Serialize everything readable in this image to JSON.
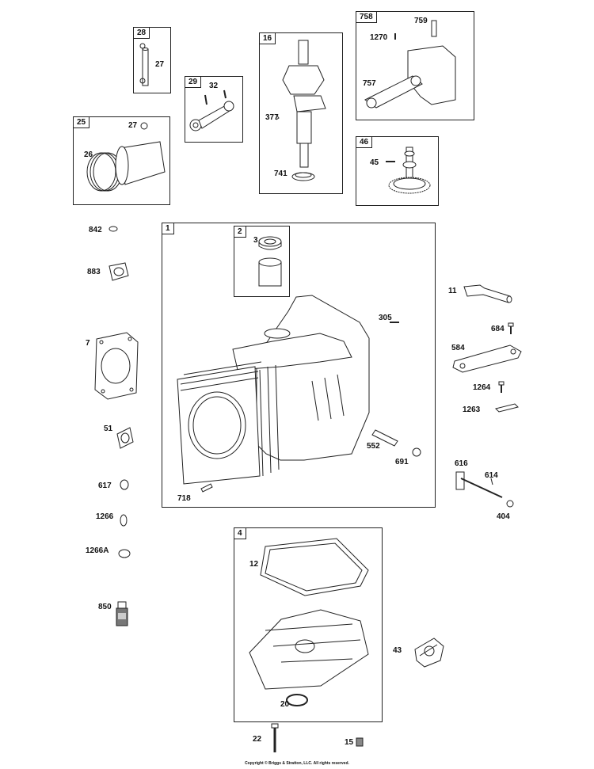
{
  "boxes": {
    "b28": "28",
    "b29": "29",
    "b16": "16",
    "b758": "758",
    "b25": "25",
    "b46": "46",
    "b1": "1",
    "b2": "2",
    "b4": "4"
  },
  "labels": {
    "l27a": "27",
    "l32": "32",
    "l377": "377",
    "l741": "741",
    "l1270": "1270",
    "l759": "759",
    "l757": "757",
    "l27b": "27",
    "l26": "26",
    "l45": "45",
    "l842": "842",
    "l883": "883",
    "l7": "7",
    "l51": "51",
    "l617": "617",
    "l1266": "1266",
    "l1266A": "1266A",
    "l850": "850",
    "l3": "3",
    "l305": "305",
    "l552": "552",
    "l691": "691",
    "l718": "718",
    "l11": "11",
    "l684": "684",
    "l584": "584",
    "l1264": "1264",
    "l1263": "1263",
    "l616": "616",
    "l614": "614",
    "l404": "404",
    "l12": "12",
    "l43": "43",
    "l20": "20",
    "l22": "22",
    "l15": "15"
  },
  "copyright": "Copyright © Briggs & Stratton, LLC. All rights reserved."
}
